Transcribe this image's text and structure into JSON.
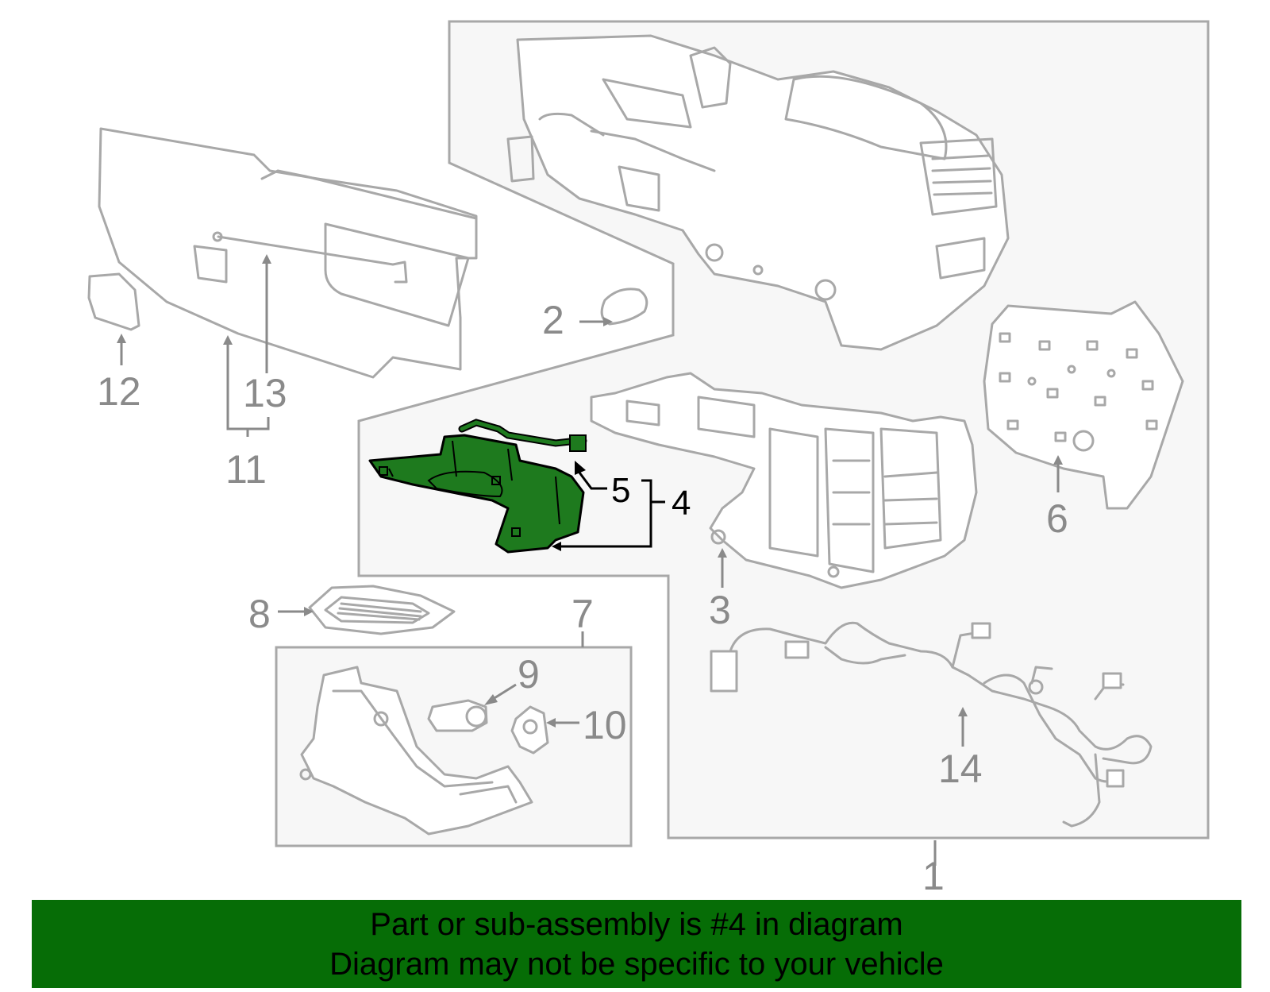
{
  "colors": {
    "highlight_part": "#1e7a1e",
    "banner_background": "#066d06",
    "outline_gray": "#a8a8a8",
    "panel_background": "#f7f7f7",
    "label_gray": "#8a8a8a"
  },
  "callouts": {
    "c1": "1",
    "c2": "2",
    "c3": "3",
    "c4": "4",
    "c5": "5",
    "c6": "6",
    "c7": "7",
    "c8": "8",
    "c9": "9",
    "c10": "10",
    "c11": "11",
    "c12": "12",
    "c13": "13",
    "c14": "14"
  },
  "banner": {
    "line1": "Part or sub-assembly is #4 in diagram",
    "line2": "Diagram may not be specific to your vehicle"
  }
}
